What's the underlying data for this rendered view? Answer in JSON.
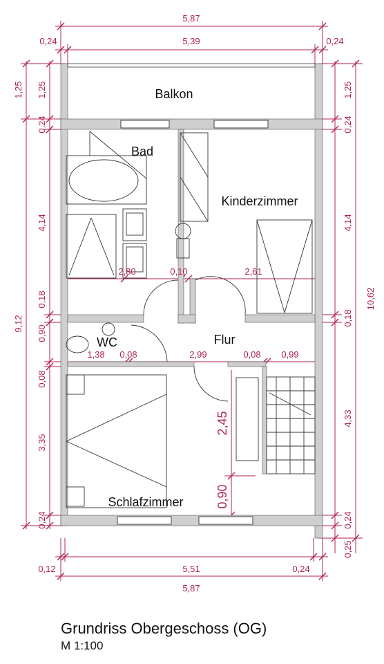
{
  "rooms": {
    "balkon": "Balkon",
    "bad": "Bad",
    "kinderzimmer": "Kinderzimmer",
    "wc": "WC",
    "flur": "Flur",
    "schlafzimmer": "Schlafzimmer"
  },
  "dimensions": {
    "top_total": "5,87",
    "top_left_wall": "0,24",
    "top_inner": "5,39",
    "top_right_wall": "0,24",
    "left_balkon_outer": "1,25",
    "left_balkon_inner": "1,25",
    "left_wall_1": "0,24",
    "left_upper_rooms": "4,14",
    "left_wall_2": "0,18",
    "left_wc": "0,90",
    "left_wall_3": "0,08",
    "left_schlaf": "3,35",
    "left_wall_4": "0,24",
    "left_total": "9,12",
    "right_balkon": "1,25",
    "right_wall_1": "0,24",
    "right_upper_rooms": "4,14",
    "right_wall_2": "0,18",
    "right_total": "10,62",
    "right_lower": "4,33",
    "right_wall_3": "0,24",
    "right_wall_4": "0,25",
    "mid_bad": "2,80",
    "mid_wall": "0,10",
    "mid_kinder": "2,61",
    "low_wc": "1,38",
    "low_wall_a": "0,08",
    "low_flur": "2,99",
    "low_wall_b": "0,08",
    "low_stair": "0,99",
    "stair_depth": "2,45",
    "stair_landing": "0,90",
    "bottom_left_wall": "0,12",
    "bottom_inner": "5,51",
    "bottom_right_wall": "0,24",
    "bottom_total": "5,87"
  },
  "caption": {
    "title": "Grundriss Obergeschoss (OG)",
    "scale": "M 1:100"
  }
}
